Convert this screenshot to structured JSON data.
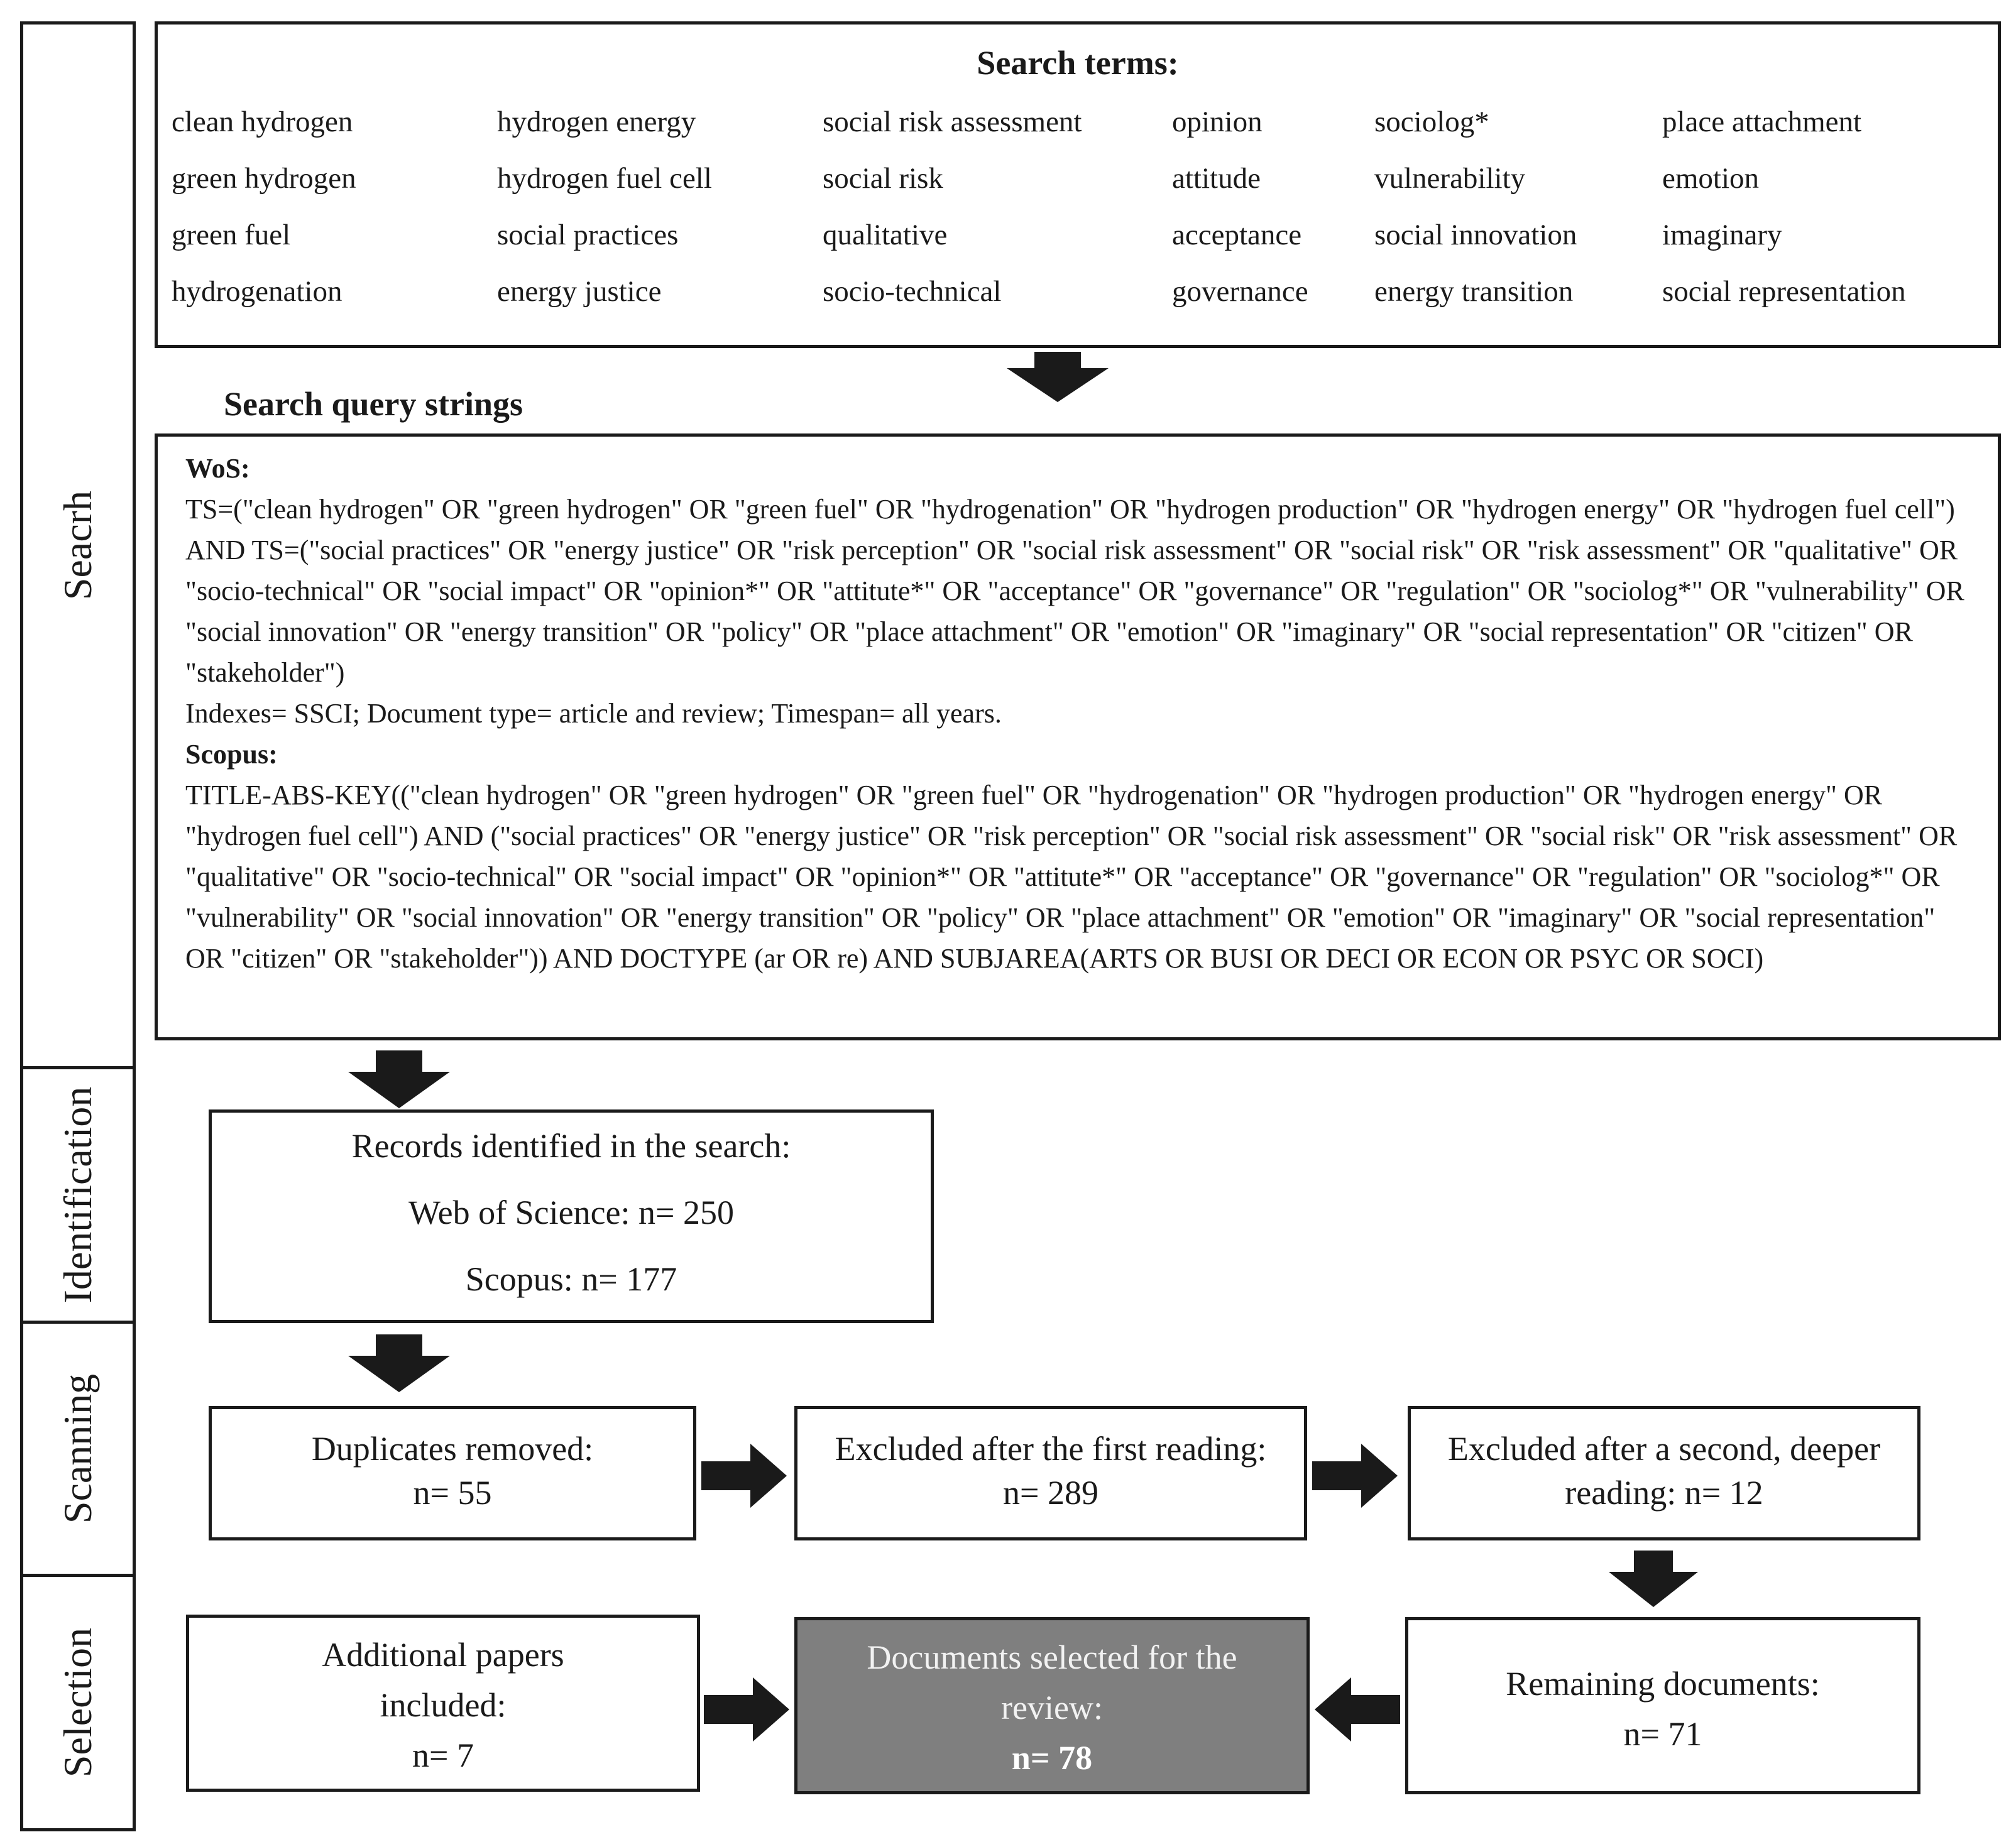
{
  "stages": [
    "Seacrh",
    "Identification",
    "Scanning",
    "Selection"
  ],
  "search_terms": {
    "title": "Search terms:",
    "columns": [
      [
        "clean hydrogen",
        "green hydrogen",
        "green fuel",
        "hydrogenation"
      ],
      [
        "hydrogen energy",
        "hydrogen fuel cell",
        "social practices",
        "energy justice"
      ],
      [
        "social risk assessment",
        "social risk",
        "qualitative",
        "socio-technical"
      ],
      [
        "opinion",
        "attitude",
        "acceptance",
        "governance"
      ],
      [
        "sociolog*",
        "vulnerability",
        "social innovation",
        "energy transition"
      ],
      [
        "place attachment",
        "emotion",
        "imaginary",
        "social representation"
      ]
    ]
  },
  "query": {
    "title": "Search query strings",
    "wos_label": "WoS:",
    "wos_text": "TS=(\"clean hydrogen\" OR \"green hydrogen\" OR \"green fuel\" OR \"hydrogenation\" OR \"hydrogen production\" OR \"hydrogen energy\" OR \"hydrogen fuel cell\") AND TS=(\"social practices\" OR \"energy justice\" OR \"risk perception\" OR \"social risk assessment\" OR \"social risk\" OR \"risk assessment\" OR \"qualitative\" OR \"socio-technical\" OR \"social impact\" OR \"opinion*\" OR \"attitute*\" OR \"acceptance\" OR \"governance\" OR \"regulation\" OR \"sociolog*\" OR \"vulnerability\" OR \"social innovation\" OR \"energy transition\" OR \"policy\" OR \"place attachment\" OR \"emotion\" OR \"imaginary\" OR \"social representation\" OR \"citizen\" OR \"stakeholder\")",
    "wos_indexes": "Indexes= SSCI; Document type= article and review; Timespan= all years.",
    "scopus_label": "Scopus:",
    "scopus_text": "TITLE-ABS-KEY((\"clean hydrogen\" OR \"green hydrogen\" OR \"green fuel\" OR \"hydrogenation\" OR \"hydrogen production\" OR \"hydrogen energy\" OR \"hydrogen fuel cell\") AND (\"social practices\" OR \"energy justice\" OR \"risk perception\" OR \"social risk assessment\" OR \"social risk\" OR \"risk assessment\" OR \"qualitative\" OR \"socio-technical\" OR \"social impact\" OR \"opinion*\" OR \"attitute*\" OR \"acceptance\" OR \"governance\" OR \"regulation\" OR \"sociolog*\" OR \"vulnerability\" OR \"social innovation\" OR \"energy transition\" OR \"policy\" OR \"place attachment\" OR \"emotion\" OR \"imaginary\" OR \"social representation\" OR \"citizen\" OR \"stakeholder\")) AND DOCTYPE (ar OR re) AND SUBJAREA(ARTS OR BUSI OR DECI OR ECON OR PSYC OR SOCI)"
  },
  "identification": {
    "title": "Records identified in the search:",
    "wos": "Web of Science: n= 250",
    "scopus": "Scopus: n= 177"
  },
  "scanning": {
    "duplicates_label": "Duplicates removed:",
    "duplicates_n": "n= 55",
    "first_label": "Excluded after the first reading:",
    "first_n": "n= 289",
    "second_label": "Excluded after a second, deeper",
    "second_n": "reading: n= 12"
  },
  "selection": {
    "additional_l1": "Additional papers",
    "additional_l2": "included:",
    "additional_n": "n= 7",
    "selected_l1": "Documents selected for the",
    "selected_l2": "review:",
    "selected_n": "n= 78",
    "remaining_label": "Remaining documents:",
    "remaining_n": "n= 71"
  },
  "colors": {
    "ink": "#1a1a1a",
    "selected_fill": "#7f7f7f",
    "selected_text": "#f2f2f2"
  }
}
